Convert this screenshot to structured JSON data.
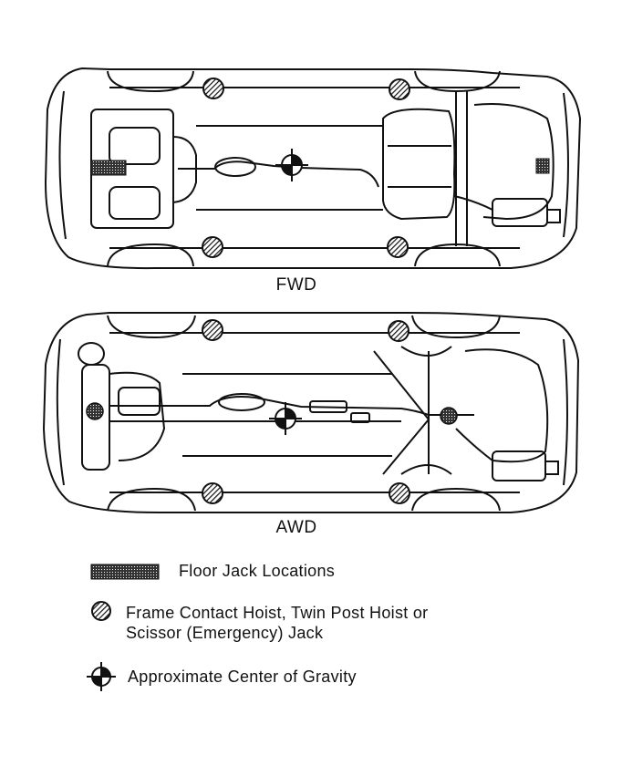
{
  "diagrams": [
    {
      "id": "fwd",
      "label": "FWD"
    },
    {
      "id": "awd",
      "label": "AWD"
    }
  ],
  "legend": {
    "floor_jack": "Floor Jack Locations",
    "frame_contact_line1": "Frame Contact Hoist, Twin Post Hoist or",
    "frame_contact_line2": "Scissor (Emergency) Jack",
    "center_of_gravity": "Approximate Center of Gravity"
  },
  "colors": {
    "ink": "#111111",
    "hatch": "#555555",
    "paper": "#ffffff"
  }
}
